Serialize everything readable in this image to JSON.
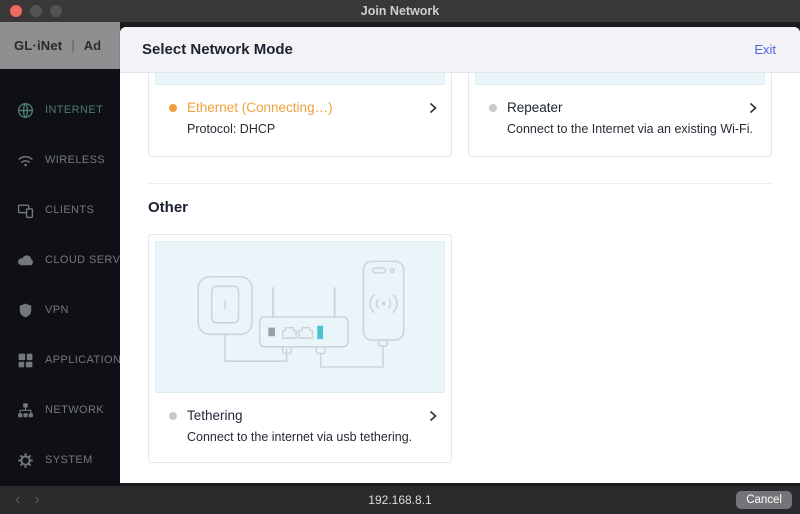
{
  "titlebar": {
    "title": "Join Network"
  },
  "app_header": {
    "logo": "GL·iNet",
    "separator": "|",
    "menu_partial": "Ad"
  },
  "sidebar": {
    "items": [
      {
        "label": "INTERNET",
        "icon": "globe-icon",
        "active": true
      },
      {
        "label": "WIRELESS",
        "icon": "wifi-icon",
        "active": false
      },
      {
        "label": "CLIENTS",
        "icon": "devices-icon",
        "active": false
      },
      {
        "label": "CLOUD SERV",
        "icon": "cloud-icon",
        "active": false
      },
      {
        "label": "VPN",
        "icon": "shield-icon",
        "active": false
      },
      {
        "label": "APPLICATION",
        "icon": "grid-icon",
        "active": false
      },
      {
        "label": "NETWORK",
        "icon": "sitemap-icon",
        "active": false
      },
      {
        "label": "SYSTEM",
        "icon": "gear-icon",
        "active": false
      }
    ]
  },
  "modal": {
    "title": "Select Network Mode",
    "exit_label": "Exit",
    "mode_cards": [
      {
        "title": "Ethernet (Connecting…)",
        "description": "Protocol: DHCP",
        "status": "connecting"
      },
      {
        "title": "Repeater",
        "description": "Connect to the Internet via an existing Wi-Fi.",
        "status": "idle"
      }
    ],
    "section_heading": "Other",
    "tethering": {
      "title": "Tethering",
      "description": "Connect to the internet via usb tethering."
    }
  },
  "browser_bar": {
    "back_icon": "‹",
    "forward_icon": "›",
    "url": "192.168.8.1",
    "cancel_label": "Cancel"
  },
  "colors": {
    "accent_orange": "#efa03e",
    "link_blue": "#4f63d9",
    "sidebar_active": "#4c7b6e",
    "illustration_accent": "#49c3d4",
    "titlebar_bg": "#3a3738",
    "sidebar_bg": "#0e1016"
  }
}
